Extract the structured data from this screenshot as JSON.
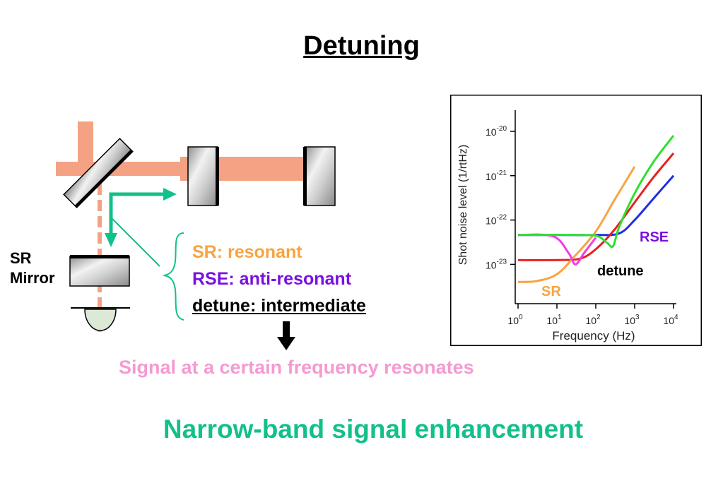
{
  "slide": {
    "title": "Detuning",
    "sr_mirror_label_line1": "SR",
    "sr_mirror_label_line2": "Mirror",
    "bullets": {
      "sr": "SR: resonant",
      "rse": "RSE: anti-resonant",
      "detune": "detune: intermediate"
    },
    "signal_text": "Signal at a certain frequency resonates",
    "conclusion": "Narrow-band signal enhancement"
  },
  "colors": {
    "laser_beam": "#f4a283",
    "signal_arrow": "#12c08a",
    "sr": "#f7a441",
    "rse": "#7a10e0",
    "signal_text": "#f59ad0",
    "conclusion": "#12c08a"
  },
  "chart_data": {
    "type": "line",
    "xlabel": "Frequency (Hz)",
    "ylabel": "Shot noise level (1/rtHz)",
    "x_scale": "log",
    "y_scale": "log",
    "xlim": [
      1,
      10000
    ],
    "ylim": [
      1.3e-24,
      3e-20
    ],
    "x_ticks": [
      {
        "value": 1,
        "base": "10",
        "exp": "0"
      },
      {
        "value": 10,
        "base": "10",
        "exp": "1"
      },
      {
        "value": 100,
        "base": "10",
        "exp": "2"
      },
      {
        "value": 1000,
        "base": "10",
        "exp": "3"
      },
      {
        "value": 10000,
        "base": "10",
        "exp": "4"
      }
    ],
    "y_ticks": [
      {
        "value": 1e-23,
        "base": "10",
        "exp": "-23"
      },
      {
        "value": 1e-22,
        "base": "10",
        "exp": "-22"
      },
      {
        "value": 1e-21,
        "base": "10",
        "exp": "-21"
      },
      {
        "value": 1e-20,
        "base": "10",
        "exp": "-20"
      }
    ],
    "grid": false,
    "series": [
      {
        "name": "RSE",
        "color": "#1f2fe0",
        "x": [
          1,
          10,
          100,
          400,
          1000,
          3000,
          10000
        ],
        "y": [
          4.6e-23,
          4.6e-23,
          4.6e-23,
          5e-23,
          1e-22,
          3e-22,
          1e-21
        ]
      },
      {
        "name": "detune",
        "color": "#e82020",
        "x": [
          1,
          10,
          40,
          100,
          300,
          1000,
          3000,
          10000
        ],
        "y": [
          1.25e-23,
          1.25e-23,
          1.35e-23,
          2.2e-23,
          6e-23,
          2.5e-22,
          9e-22,
          3.2e-21
        ]
      },
      {
        "name": "SR",
        "color": "#f7a441",
        "x": [
          1,
          3,
          10,
          30,
          100,
          300,
          1000
        ],
        "y": [
          4e-24,
          4.2e-24,
          6e-24,
          1.6e-23,
          5.5e-23,
          2.8e-22,
          1.6e-21
        ]
      },
      {
        "name": "",
        "color": "#f03ee0",
        "x": [
          1,
          8,
          20,
          30,
          50,
          100
        ],
        "y": [
          4.6e-23,
          4.3e-23,
          1.8e-23,
          1e-23,
          1.8e-23,
          4e-23
        ]
      },
      {
        "name": "",
        "color": "#2ee02e",
        "x": [
          1,
          50,
          120,
          200,
          280,
          400,
          1000,
          3000,
          10000
        ],
        "y": [
          4.6e-23,
          4.6e-23,
          4.2e-23,
          3e-23,
          2.6e-23,
          7e-23,
          4e-22,
          2e-21,
          8e-21
        ]
      }
    ],
    "labels": [
      {
        "text": "RSE",
        "color": "#7a10e0"
      },
      {
        "text": "detune",
        "color": "#000000"
      },
      {
        "text": "SR",
        "color": "#f7a441"
      }
    ]
  }
}
